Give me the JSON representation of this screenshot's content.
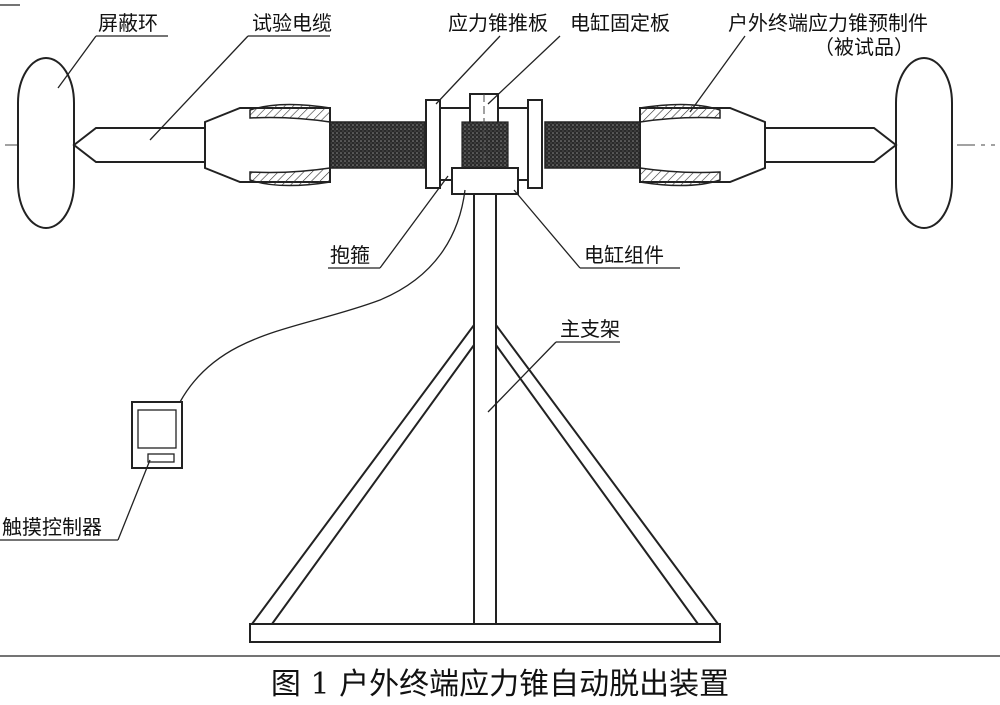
{
  "labels": {
    "shield_ring": "屏蔽环",
    "test_cable": "试验电缆",
    "cone_push_plate": "应力锥推板",
    "cylinder_fixing_plate": "电缸固定板",
    "outdoor_cone": "户外终端应力锥预制件",
    "specimen": "（被试品）",
    "clamp": "抱箍",
    "cylinder_assembly": "电缸组件",
    "main_frame": "主支架",
    "touch_controller": "触摸控制器"
  },
  "caption": "图 1  户外终端应力锥自动脱出装置"
}
